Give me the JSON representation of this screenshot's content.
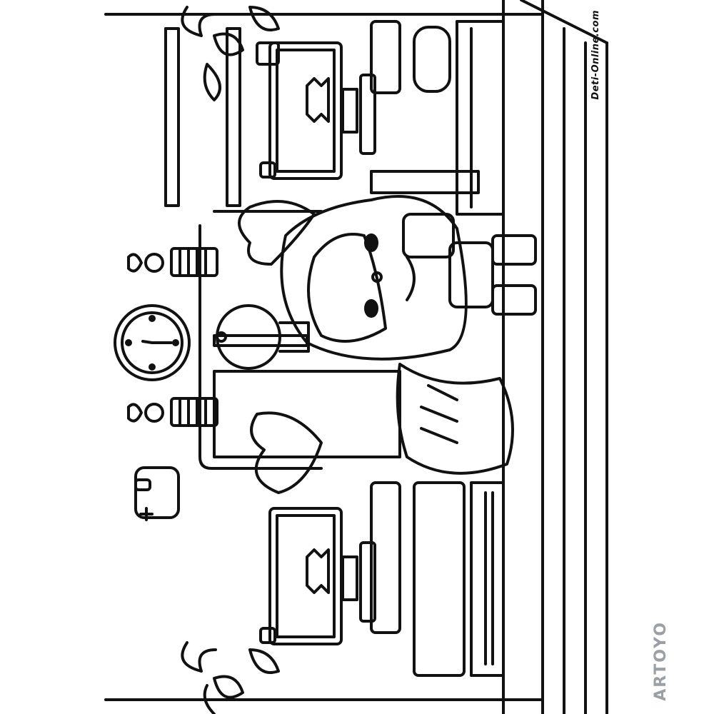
{
  "page": {
    "background": "#ffffff",
    "line_color": "#111111"
  },
  "watermarks": {
    "site": "Deti-Online.com",
    "brand": "ARTOYO",
    "brand_color": "#9aa0a6"
  },
  "elements": {
    "girl": "girl-figure",
    "clock": "wall-clock",
    "monitors": [
      "computer-monitor",
      "computer-monitor"
    ],
    "plants": [
      "potted-plant",
      "potted-plant"
    ],
    "lamps": [
      "wall-lamp",
      "wall-lamp"
    ],
    "balloons": [
      "heart-balloon",
      "heart-balloon"
    ],
    "gamepad": "gamepad-icon"
  }
}
